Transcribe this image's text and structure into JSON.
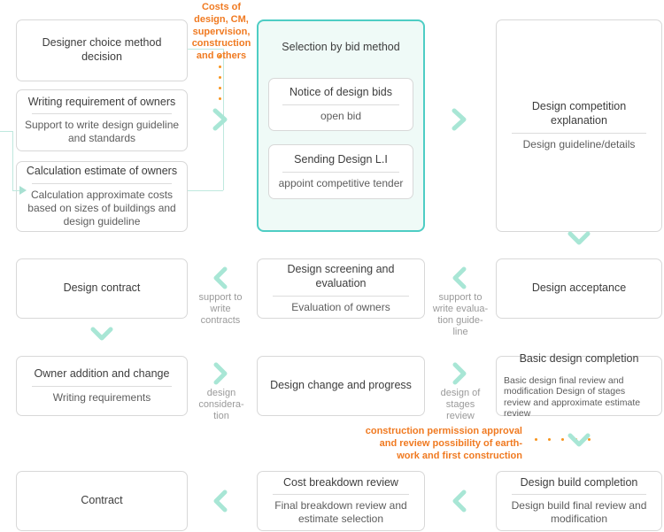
{
  "theme": {
    "accent_teal": "#4ecdc4",
    "chevron_mint": "#a8e6d5",
    "orange": "#f07a21",
    "card_border": "#d8d8d8",
    "text": "#3d3d3d",
    "muted": "#9a9a9a"
  },
  "annotations": {
    "costs_note": "Costs of\ndesign, CM,\nsupervision,\nconstruction\nand others",
    "construction_note": "construction permission approval\nand review possibility of earth-\nwork and first construction"
  },
  "row1": {
    "left": [
      {
        "title": "Designer choice method decision",
        "sub": ""
      },
      {
        "title": "Writing requirement of owners",
        "sub": "Support to write design guideline and standards"
      },
      {
        "title": "Calculation estimate of owners",
        "sub": "Calculation approximate costs based on sizes of buildings and design guideline"
      }
    ],
    "group": {
      "label": "Selection by bid method",
      "items": [
        {
          "title": "Notice of design bids",
          "sub": "open bid"
        },
        {
          "title": "Sending Design L.I",
          "sub": "appoint competitive tender"
        }
      ]
    },
    "right": {
      "title": "Design competition explanation",
      "sub": "Design guideline/details"
    }
  },
  "row2": {
    "left": {
      "title": "Design contract",
      "sub": ""
    },
    "mid": {
      "title": "Design screening and evaluation",
      "sub": "Evaluation of owners"
    },
    "right": {
      "title": "Design acceptance",
      "sub": ""
    },
    "connector_left_label": "support to\nwrite\ncontracts",
    "connector_right_label": "support to\nwrite evalua-\ntion guide-\nline"
  },
  "row3": {
    "left": {
      "title": "Owner addition and change",
      "sub": "Writing requirements"
    },
    "mid": {
      "title": "Design change and progress",
      "sub": ""
    },
    "right": {
      "title": "Basic design completion",
      "sub": "Basic design final review and modification Design of stages review and approximate estimate review"
    },
    "connector_left_label": "design\nconsidera-\ntion",
    "connector_right_label": "design of\nstages\nreview"
  },
  "row4": {
    "left": {
      "title": "Contract",
      "sub": ""
    },
    "mid": {
      "title": "Cost breakdown review",
      "sub": "Final breakdown review and estimate selection"
    },
    "right": {
      "title": "Design build completion",
      "sub": "Design build final review and modification"
    }
  }
}
